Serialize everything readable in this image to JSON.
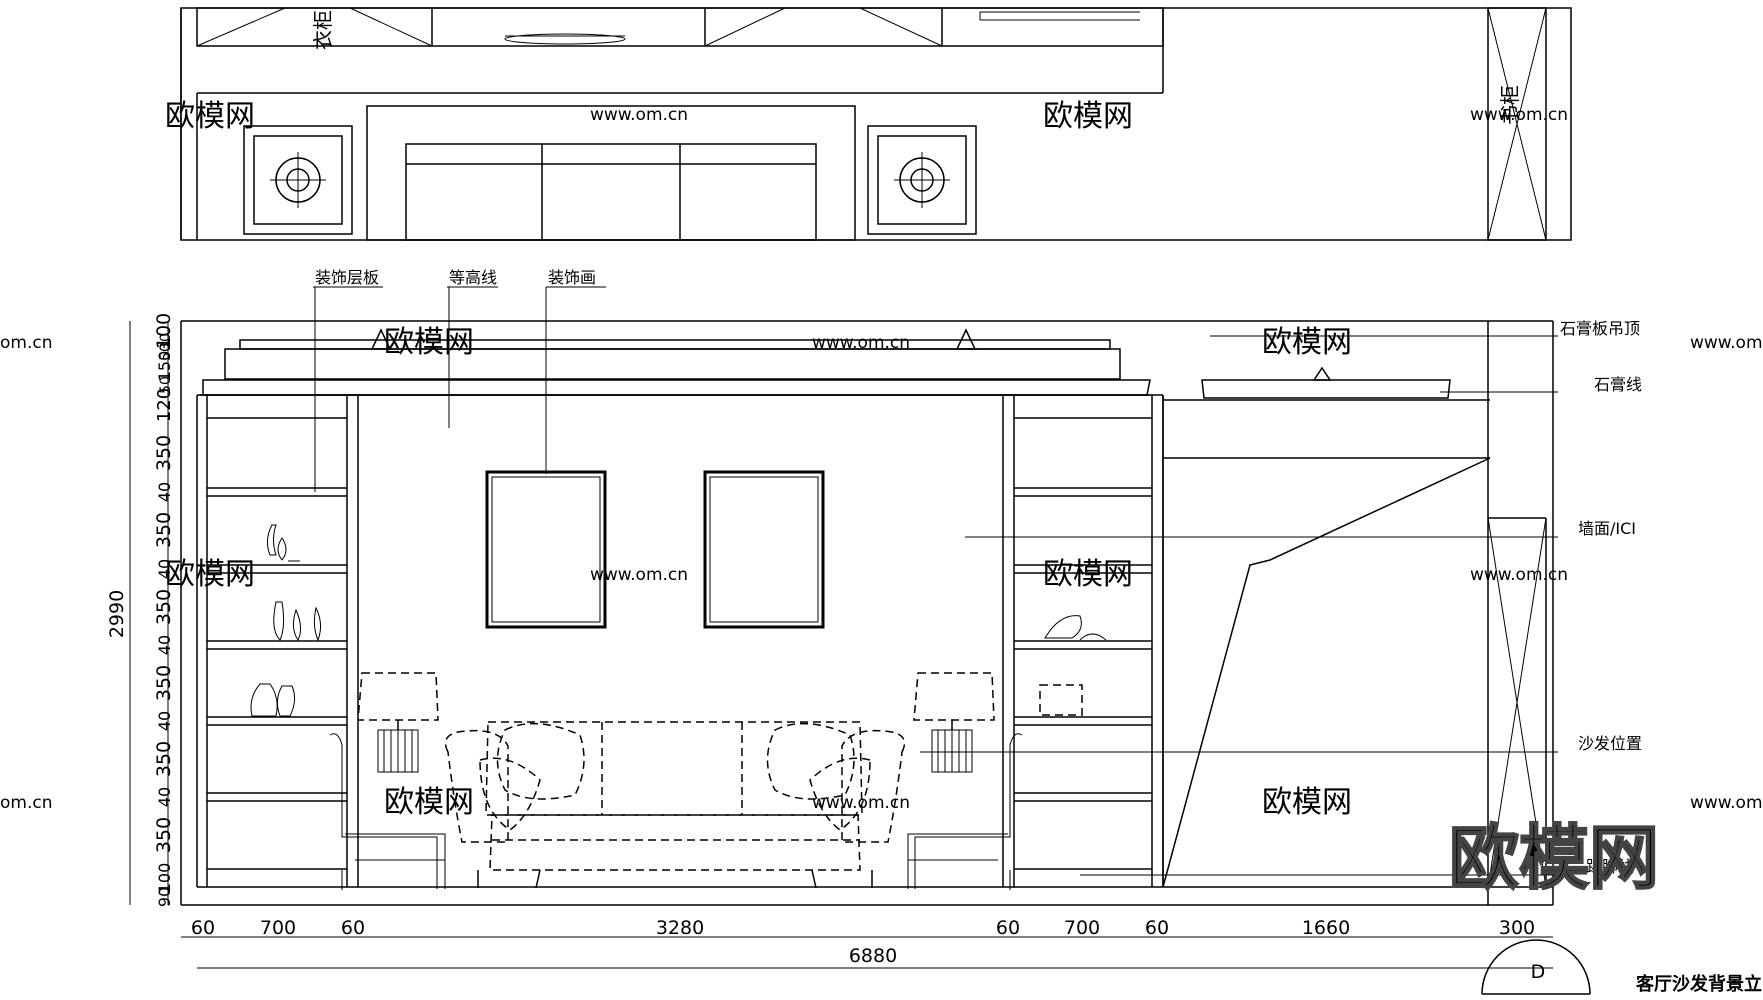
{
  "plan": {
    "wardrobe_label": "衣柜",
    "bookcase_label": "书柜"
  },
  "callouts": {
    "shelf": "装饰层板",
    "contour": "等高线",
    "painting": "装饰画",
    "ceiling": "石膏板吊顶",
    "molding": "石膏线",
    "wall": "墙面/ICI",
    "sofa": "沙发位置",
    "skirting": "踢脚线"
  },
  "dimensions": {
    "total_height": "2990",
    "vertical": [
      "100",
      "30",
      "50",
      "150",
      "50",
      "120",
      "350",
      "40",
      "350",
      "40",
      "350",
      "40",
      "350",
      "40",
      "350",
      "40",
      "350",
      "100",
      "90"
    ],
    "horizontal": [
      "60",
      "700",
      "60",
      "3280",
      "60",
      "700",
      "60",
      "1660",
      "300"
    ],
    "total_width": "6880"
  },
  "title": {
    "text": "客厅沙发背景立",
    "section_mark": "D"
  },
  "watermark": {
    "brand": "欧模网",
    "url": "www.om.cn",
    "url_short": "om.cn"
  }
}
